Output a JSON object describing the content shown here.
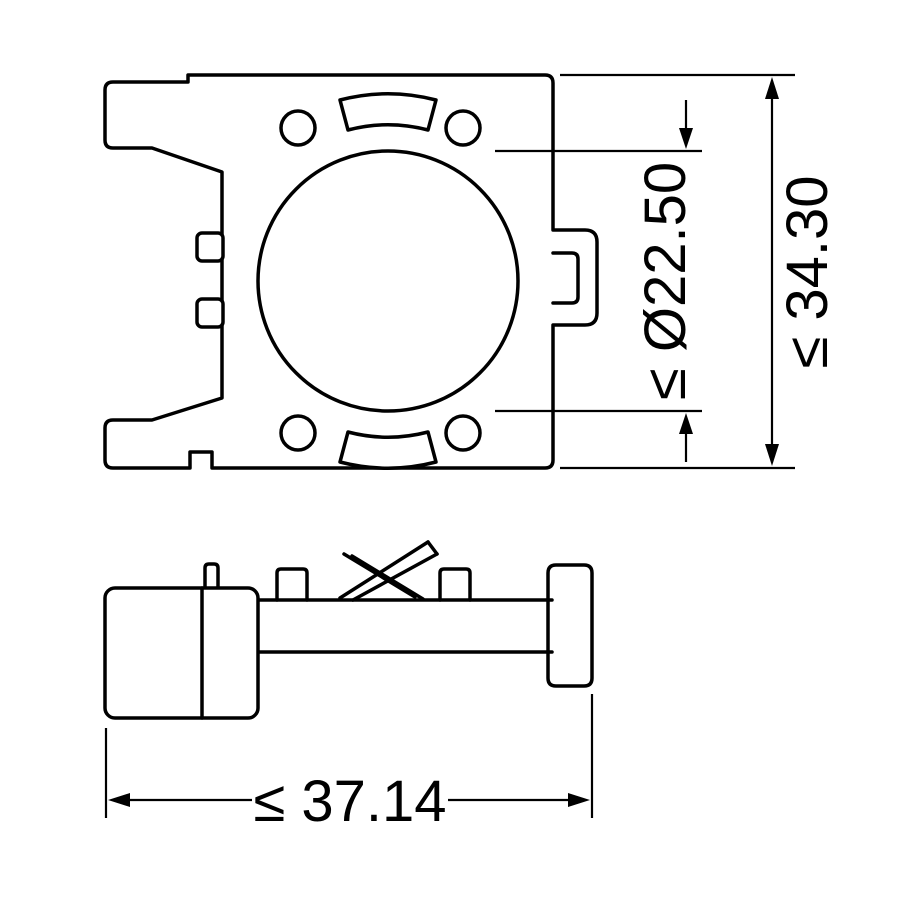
{
  "page": {
    "background": "#ffffff"
  },
  "drawing": {
    "type": "technical-dimension-drawing",
    "line_color": "#000000",
    "views": {
      "front_view": "adapter ring front view",
      "side_view": "adapter ring side profile view"
    },
    "dimensions": {
      "inner_diameter": "≤ Ø22.50",
      "overall_height": "≤ 34.30",
      "overall_width": "≤ 37.14"
    }
  }
}
